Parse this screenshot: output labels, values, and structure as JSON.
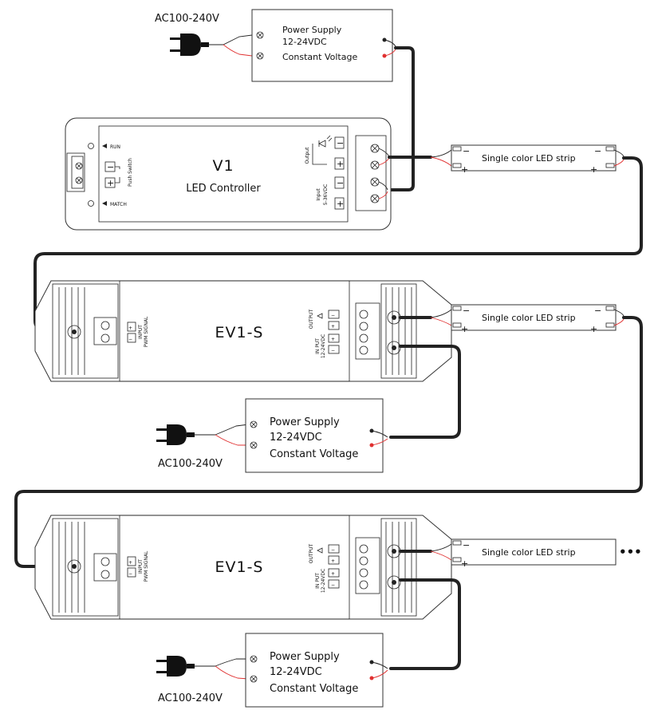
{
  "top_supply": {
    "ac_label": "AC100-240V",
    "line1": "Power Supply",
    "line2": "12-24VDC",
    "line3": "Constant Voltage"
  },
  "controller": {
    "title": "V1",
    "subtitle": "LED Controller",
    "run_label": "RUN",
    "match_label": "MATCH",
    "push_switch_label": "Push Switch",
    "output_label": "Output",
    "input_label": "Input",
    "input_voltage": "5-36VDC",
    "minus": "−",
    "plus": "+"
  },
  "repeaters": [
    {
      "title": "EV1-S",
      "input_label": "INPUT",
      "pwm_label": "PWM SIGNAL",
      "output_label": "OUTPUT",
      "in_label": "IN PUT",
      "in_voltage": "12-24VDC",
      "minus": "−",
      "plus": "+"
    },
    {
      "title": "EV1-S",
      "input_label": "INPUT",
      "pwm_label": "PWM SIGNAL",
      "output_label": "OUTPUT",
      "in_label": "IN PUT",
      "in_voltage": "12-24VDC",
      "minus": "−",
      "plus": "+"
    }
  ],
  "supplies": [
    {
      "ac_label": "AC100-240V",
      "line1": "Power Supply",
      "line2": "12-24VDC",
      "line3": "Constant Voltage"
    },
    {
      "ac_label": "AC100-240V",
      "line1": "Power Supply",
      "line2": "12-24VDC",
      "line3": "Constant Voltage"
    }
  ],
  "strips": [
    {
      "label": "Single color LED strip",
      "minus": "−",
      "plus": "+"
    },
    {
      "label": "Single color LED strip",
      "minus": "−",
      "plus": "+"
    },
    {
      "label": "Single color LED strip",
      "minus": "−",
      "plus": "+"
    }
  ],
  "continuation": "•••",
  "colors": {
    "line": "#222222",
    "positive_wire": "#e03030",
    "negative_wire": "#222222"
  }
}
